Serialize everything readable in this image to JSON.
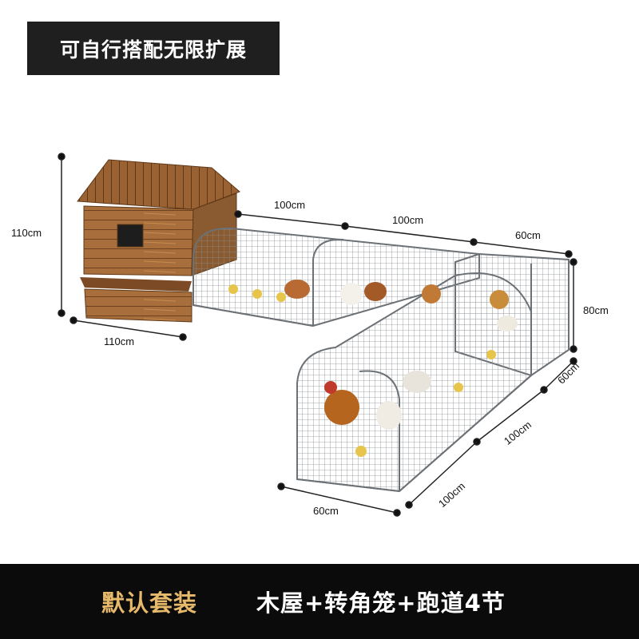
{
  "header": {
    "title": "可自行搭配无限扩展"
  },
  "dimensions": {
    "house_height": "110cm",
    "house_width": "110cm",
    "run_top_1": "100cm",
    "run_top_2": "100cm",
    "corner_width": "60cm",
    "corner_height": "80cm",
    "side_depth": "60cm",
    "side_run_1": "100cm",
    "side_run_2": "100cm",
    "front_width": "60cm"
  },
  "footer": {
    "label": "默认套装",
    "package": "木屋+转角笼+跑道4节"
  },
  "colors": {
    "wood": "#a86f3d",
    "wood_dark": "#6e4220",
    "mesh": "#8a8f94",
    "accent": "#e7b96b"
  }
}
